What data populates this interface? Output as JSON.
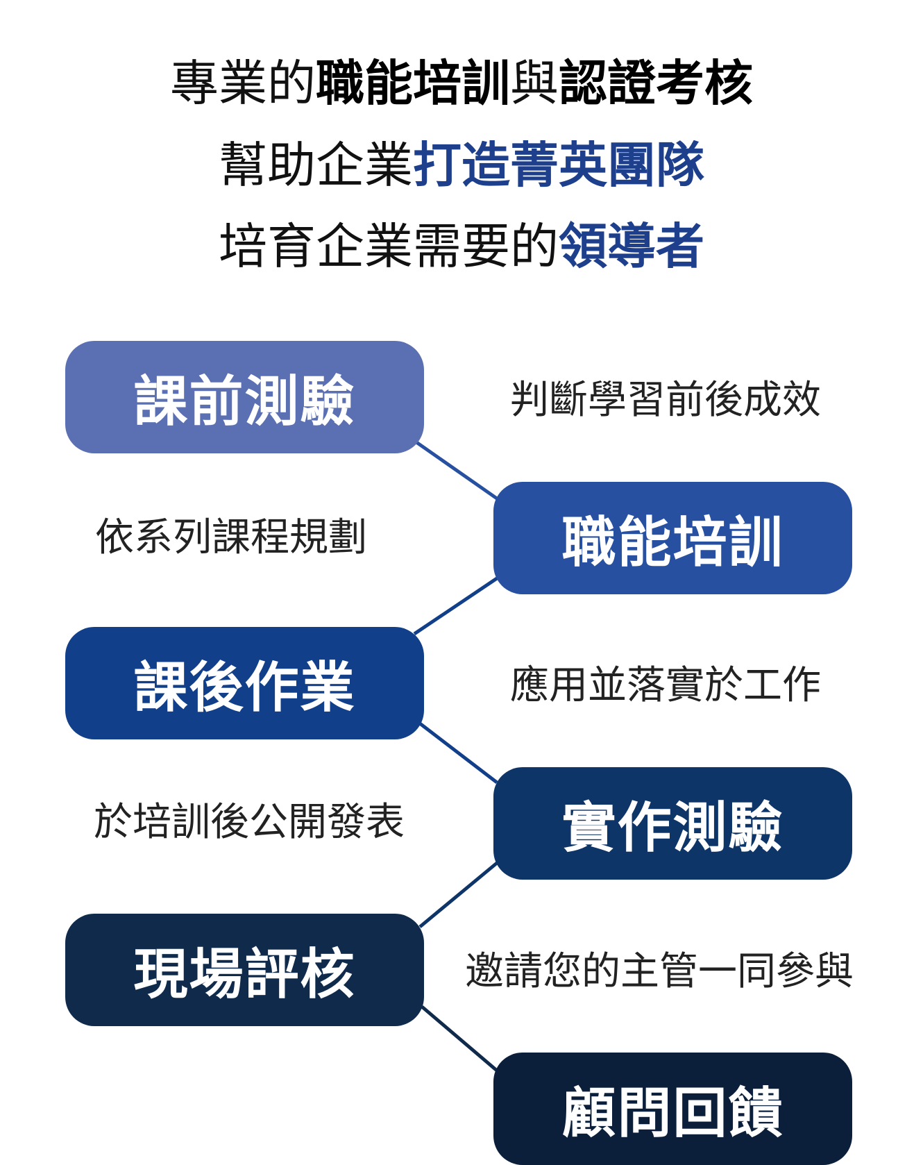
{
  "headline": {
    "line1": {
      "a": "專業的",
      "b": "職能培訓",
      "c": "與",
      "d": "認證考核"
    },
    "line2": {
      "a": "幫助企業",
      "b": "打造菁英團隊"
    },
    "line3": {
      "a": "培育企業需要的",
      "b": "領導者"
    }
  },
  "steps": [
    {
      "label": "課前測驗",
      "desc": "判斷學習前後成效",
      "color": "#5b6fb3"
    },
    {
      "label": "職能培訓",
      "desc": "依系列課程規劃",
      "color": "#2750a0"
    },
    {
      "label": "課後作業",
      "desc": "應用並落實於工作",
      "color": "#123f8a"
    },
    {
      "label": "實作測驗",
      "desc": "於培訓後公開發表",
      "color": "#0e3568"
    },
    {
      "label": "現場評核",
      "desc": "邀請您的主管一同參與",
      "color": "#0f2a4b"
    },
    {
      "label": "顧問回饋",
      "color": "#0b1f3a"
    }
  ]
}
